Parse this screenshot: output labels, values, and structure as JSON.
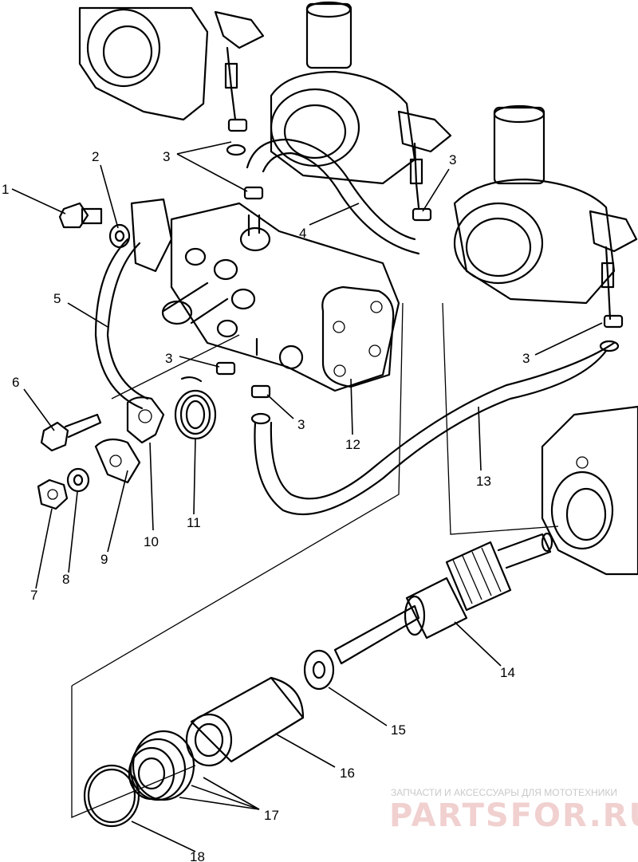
{
  "callouts": {
    "c1": "1",
    "c2": "2",
    "c3a": "3",
    "c3b": "3",
    "c3c": "3",
    "c3d": "3",
    "c3e": "3",
    "c4": "4",
    "c5": "5",
    "c6": "6",
    "c7": "7",
    "c8": "8",
    "c9": "9",
    "c10": "10",
    "c11": "11",
    "c12": "12",
    "c13": "13",
    "c14": "14",
    "c15": "15",
    "c16": "16",
    "c17": "17",
    "c18": "18"
  },
  "watermark": {
    "tagline": "ЗАПЧАСТИ И АКСЕССУАРЫ ДЛЯ МОТОТЕХНИКИ",
    "brand": "PARTSFOR.RU",
    "brand_color": "#e8a0a0"
  }
}
